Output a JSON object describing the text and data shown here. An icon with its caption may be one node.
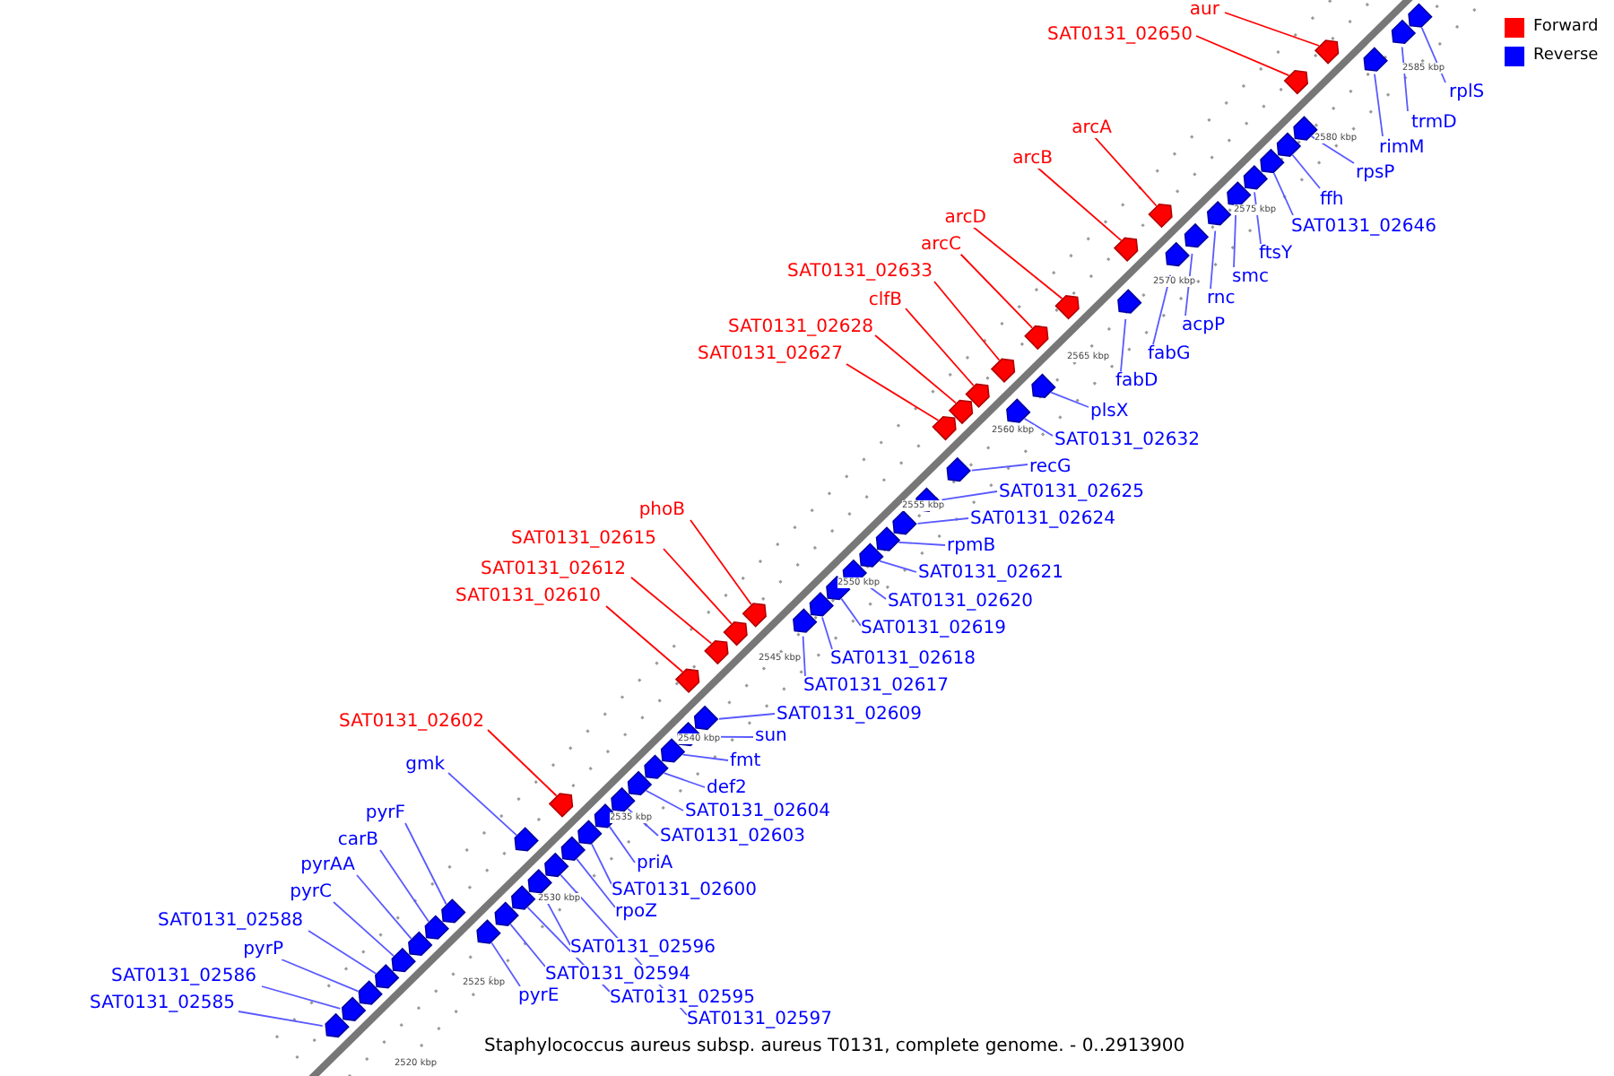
{
  "diagram": {
    "caption": "Staphylococcus aureus subsp. aureus T0131, complete genome. - 0..2913900",
    "nodes": [
      {
        "text": [
          "aur"
        ]
      },
      {
        "text": [
          "SAT0131_02650"
        ]
      },
      {
        "text": [
          "arcA"
        ]
      },
      {
        "text": [
          "arcB"
        ]
      },
      {
        "text": [
          "arcD"
        ]
      },
      {
        "text": [
          "arcC"
        ]
      },
      {
        "text": [
          "SAT0131_02633"
        ]
      },
      {
        "text": [
          "clfB"
        ]
      },
      {
        "text": [
          "SAT0131_02628"
        ]
      },
      {
        "text": [
          "SAT0131_02627"
        ]
      },
      {
        "text": [
          "phoB"
        ]
      },
      {
        "text": [
          "SAT0131_02615"
        ]
      },
      {
        "text": [
          "SAT0131_02612"
        ]
      },
      {
        "text": [
          "SAT0131_02610"
        ]
      },
      {
        "text": [
          "SAT0131_02602"
        ]
      },
      {
        "text": [
          "rplS"
        ]
      },
      {
        "text": [
          "trmD"
        ]
      },
      {
        "text": [
          "rimM"
        ]
      },
      {
        "text": [
          "rpsP"
        ]
      },
      {
        "text": [
          "ffh"
        ]
      },
      {
        "text": [
          "SAT0131_02646"
        ]
      },
      {
        "text": [
          "ftsY"
        ]
      },
      {
        "text": [
          "smc"
        ]
      },
      {
        "text": [
          "rnc"
        ]
      },
      {
        "text": [
          "acpP"
        ]
      },
      {
        "text": [
          "fabG"
        ]
      },
      {
        "text": [
          "fabD"
        ]
      },
      {
        "text": [
          "plsX"
        ]
      },
      {
        "text": [
          "SAT0131_02632"
        ]
      },
      {
        "text": [
          "recG"
        ]
      },
      {
        "text": [
          "SAT0131_02625"
        ]
      },
      {
        "text": [
          "SAT0131_02624"
        ]
      },
      {
        "text": [
          "rpmB"
        ]
      },
      {
        "text": [
          "SAT0131_02621"
        ]
      },
      {
        "text": [
          "SAT0131_02620"
        ]
      },
      {
        "text": [
          "SAT0131_02619"
        ]
      },
      {
        "text": [
          "SAT0131_02618"
        ]
      },
      {
        "text": [
          "SAT0131_02617"
        ]
      },
      {
        "text": [
          "SAT0131_02609"
        ]
      },
      {
        "text": [
          "sun"
        ]
      },
      {
        "text": [
          "fmt"
        ]
      },
      {
        "text": [
          "def2"
        ]
      },
      {
        "text": [
          "SAT0131_02604"
        ]
      },
      {
        "text": [
          "SAT0131_02603"
        ]
      },
      {
        "text": [
          "priA"
        ]
      },
      {
        "text": [
          "SAT0131_02600"
        ]
      },
      {
        "text": [
          "rpoZ"
        ]
      },
      {
        "text": [
          "SAT0131_02596"
        ]
      },
      {
        "text": [
          "SAT0131_02594"
        ]
      },
      {
        "text": [
          "SAT0131_02595"
        ]
      },
      {
        "text": [
          "SAT0131_02597"
        ]
      },
      {
        "text": [
          "pyrE"
        ]
      },
      {
        "text": [
          "gmk"
        ]
      },
      {
        "text": [
          "pyrF"
        ]
      },
      {
        "text": [
          "carB"
        ]
      },
      {
        "text": [
          "pyrAA"
        ]
      },
      {
        "text": [
          "pyrC"
        ]
      },
      {
        "text": [
          "SAT0131_02588"
        ]
      },
      {
        "text": [
          "pyrP"
        ]
      },
      {
        "text": [
          "SAT0131_02586"
        ]
      },
      {
        "text": [
          "SAT0131_02585"
        ]
      },
      {
        "text": [],
        "shape": "box"
      },
      {
        "text": [],
        "shape": "box"
      },
      {
        "text": [],
        "shape": "box"
      },
      {
        "text": [],
        "shape": "box"
      },
      {
        "text": [],
        "shape": "box"
      },
      {
        "text": [],
        "shape": "box"
      },
      {
        "text": [],
        "shape": "box"
      },
      {
        "text": [],
        "shape": "box"
      },
      {
        "text": [],
        "shape": "box"
      },
      {
        "text": [],
        "shape": "box"
      },
      {
        "text": [],
        "shape": "box"
      },
      {
        "text": [],
        "shape": "box"
      },
      {
        "text": [],
        "shape": "box"
      },
      {
        "text": [],
        "shape": "box"
      },
      {
        "text": [],
        "shape": "box"
      },
      {
        "text": [],
        "shape": "box"
      },
      {
        "text": [],
        "shape": "box"
      },
      {
        "text": [],
        "shape": "box"
      },
      {
        "text": [],
        "shape": "box"
      },
      {
        "text": [],
        "shape": "box"
      },
      {
        "text": [],
        "shape": "box"
      },
      {
        "text": [],
        "shape": "box"
      },
      {
        "text": [],
        "shape": "box"
      },
      {
        "text": [],
        "shape": "box"
      },
      {
        "text": [],
        "shape": "box"
      },
      {
        "text": [],
        "shape": "box"
      },
      {
        "text": [],
        "shape": "box"
      },
      {
        "text": [],
        "shape": "box"
      },
      {
        "text": [],
        "shape": "box"
      },
      {
        "text": [],
        "shape": "box"
      },
      {
        "text": [],
        "shape": "box"
      },
      {
        "text": [],
        "shape": "box"
      },
      {
        "text": [],
        "shape": "box"
      },
      {
        "text": [],
        "shape": "box"
      },
      {
        "text": [],
        "shape": "box"
      },
      {
        "text": [],
        "shape": "box"
      },
      {
        "text": [],
        "shape": "box"
      },
      {
        "text": [],
        "shape": "box"
      },
      {
        "text": [],
        "shape": "box"
      },
      {
        "text": [],
        "shape": "box"
      },
      {
        "text": [],
        "shape": "box"
      },
      {
        "text": [],
        "shape": "box"
      },
      {
        "text": [],
        "shape": "box"
      },
      {
        "text": [],
        "shape": "box"
      },
      {
        "text": [],
        "shape": "box"
      },
      {
        "text": [],
        "shape": "box"
      },
      {
        "text": [],
        "shape": "box"
      },
      {
        "text": [],
        "shape": "box"
      },
      {
        "text": [],
        "shape": "box"
      },
      {
        "text": [],
        "shape": "box"
      },
      {
        "text": [],
        "shape": "box"
      },
      {
        "text": [],
        "shape": "box"
      },
      {
        "text": [],
        "shape": "box"
      },
      {
        "text": [],
        "shape": "box"
      },
      {
        "text": [],
        "shape": "box"
      },
      {
        "text": [],
        "shape": "box"
      },
      {
        "text": [],
        "shape": "box"
      },
      {
        "text": [],
        "shape": "box"
      },
      {
        "text": [],
        "shape": "box"
      },
      {
        "text": [],
        "shape": "box"
      },
      {
        "text": [],
        "shape": "box"
      }
    ],
    "edges": [
      {
        "from": 0,
        "to": 61,
        "arrow": "none",
        "color": "#ff0000"
      },
      {
        "from": 1,
        "to": 62,
        "arrow": "none",
        "color": "#ff0000"
      },
      {
        "from": 2,
        "to": 63,
        "arrow": "none",
        "color": "#ff0000"
      },
      {
        "from": 3,
        "to": 64,
        "arrow": "none",
        "color": "#ff0000"
      },
      {
        "from": 4,
        "to": 65,
        "arrow": "none",
        "color": "#ff0000"
      },
      {
        "from": 5,
        "to": 66,
        "arrow": "none",
        "color": "#ff0000"
      },
      {
        "from": 6,
        "to": 67,
        "arrow": "none",
        "color": "#ff0000"
      },
      {
        "from": 7,
        "to": 68,
        "arrow": "none",
        "color": "#ff0000"
      },
      {
        "from": 8,
        "to": 69,
        "arrow": "none",
        "color": "#ff0000"
      },
      {
        "from": 9,
        "to": 70,
        "arrow": "none",
        "color": "#ff0000"
      },
      {
        "from": 10,
        "to": 71,
        "arrow": "none",
        "color": "#ff0000"
      },
      {
        "from": 11,
        "to": 72,
        "arrow": "none",
        "color": "#ff0000"
      },
      {
        "from": 12,
        "to": 73,
        "arrow": "none",
        "color": "#ff0000"
      },
      {
        "from": 13,
        "to": 74,
        "arrow": "none",
        "color": "#ff0000"
      },
      {
        "from": 14,
        "to": 75,
        "arrow": "none",
        "color": "#ff0000"
      },
      {
        "from": 15,
        "to": 76,
        "arrow": "none"
      },
      {
        "from": 16,
        "to": 77,
        "arrow": "none"
      },
      {
        "from": 17,
        "to": 78,
        "arrow": "none"
      },
      {
        "from": 18,
        "to": 79,
        "arrow": "none"
      },
      {
        "from": 19,
        "to": 80,
        "arrow": "none"
      },
      {
        "from": 20,
        "to": 81,
        "arrow": "none"
      },
      {
        "from": 21,
        "to": 82,
        "arrow": "none"
      },
      {
        "from": 22,
        "to": 83,
        "arrow": "none"
      },
      {
        "from": 23,
        "to": 84,
        "arrow": "none"
      },
      {
        "from": 24,
        "to": 85,
        "arrow": "none"
      },
      {
        "from": 25,
        "to": 86,
        "arrow": "none"
      },
      {
        "from": 26,
        "to": 87,
        "arrow": "none"
      },
      {
        "from": 27,
        "to": 88,
        "arrow": "none"
      },
      {
        "from": 28,
        "to": 89,
        "arrow": "none"
      },
      {
        "from": 29,
        "to": 90,
        "arrow": "none"
      },
      {
        "from": 30,
        "to": 91,
        "arrow": "none"
      },
      {
        "from": 31,
        "to": 92,
        "arrow": "none"
      },
      {
        "from": 32,
        "to": 93,
        "arrow": "none"
      },
      {
        "from": 33,
        "to": 94,
        "arrow": "none"
      },
      {
        "from": 34,
        "to": 95,
        "arrow": "none"
      },
      {
        "from": 35,
        "to": 96,
        "arrow": "none"
      },
      {
        "from": 36,
        "to": 97,
        "arrow": "none"
      },
      {
        "from": 37,
        "to": 98,
        "arrow": "none"
      },
      {
        "from": 38,
        "to": 99,
        "arrow": "none"
      },
      {
        "from": 39,
        "to": 100,
        "arrow": "none"
      },
      {
        "from": 40,
        "to": 101,
        "arrow": "none"
      },
      {
        "from": 41,
        "to": 102,
        "arrow": "none"
      },
      {
        "from": 42,
        "to": 103,
        "arrow": "none"
      },
      {
        "from": 43,
        "to": 104,
        "arrow": "none"
      },
      {
        "from": 44,
        "to": 105,
        "arrow": "none"
      },
      {
        "from": 45,
        "to": 106,
        "arrow": "none"
      },
      {
        "from": 46,
        "to": 107,
        "arrow": "none"
      },
      {
        "from": 47,
        "to": 108,
        "arrow": "none"
      },
      {
        "from": 48,
        "to": 109,
        "arrow": "none"
      },
      {
        "from": 49,
        "to": 110,
        "arrow": "none"
      },
      {
        "from": 50,
        "to": 111,
        "arrow": "none"
      },
      {
        "from": 51,
        "to": 112,
        "arrow": "none"
      },
      {
        "from": 52,
        "to": 113,
        "arrow": "none"
      },
      {
        "from": 53,
        "to": 114,
        "arrow": "none"
      },
      {
        "from": 54,
        "to": 115,
        "arrow": "none"
      },
      {
        "from": 55,
        "to": 116,
        "arrow": "none"
      },
      {
        "from": 56,
        "to": 117,
        "arrow": "none"
      },
      {
        "from": 57,
        "to": 118,
        "arrow": "none"
      },
      {
        "from": 58,
        "to": 119,
        "arrow": "none"
      },
      {
        "from": 59,
        "to": 120,
        "arrow": "none"
      },
      {
        "from": 60,
        "to": 121,
        "arrow": "none"
      }
    ],
    "labels": [
      "2585 kbp",
      "2580 kbp",
      "2575 kbp",
      "2570 kbp",
      "2565 kbp",
      "2560 kbp",
      "2555 kbp",
      "2550 kbp",
      "2545 kbp",
      "2540 kbp",
      "2535 kbp",
      "2530 kbp",
      "2525 kbp",
      "2520 kbp"
    ],
    "legend": [
      {
        "text": "Forward",
        "color": "#ff0000"
      },
      {
        "text": "Reverse",
        "color": "#0000ff"
      }
    ]
  }
}
